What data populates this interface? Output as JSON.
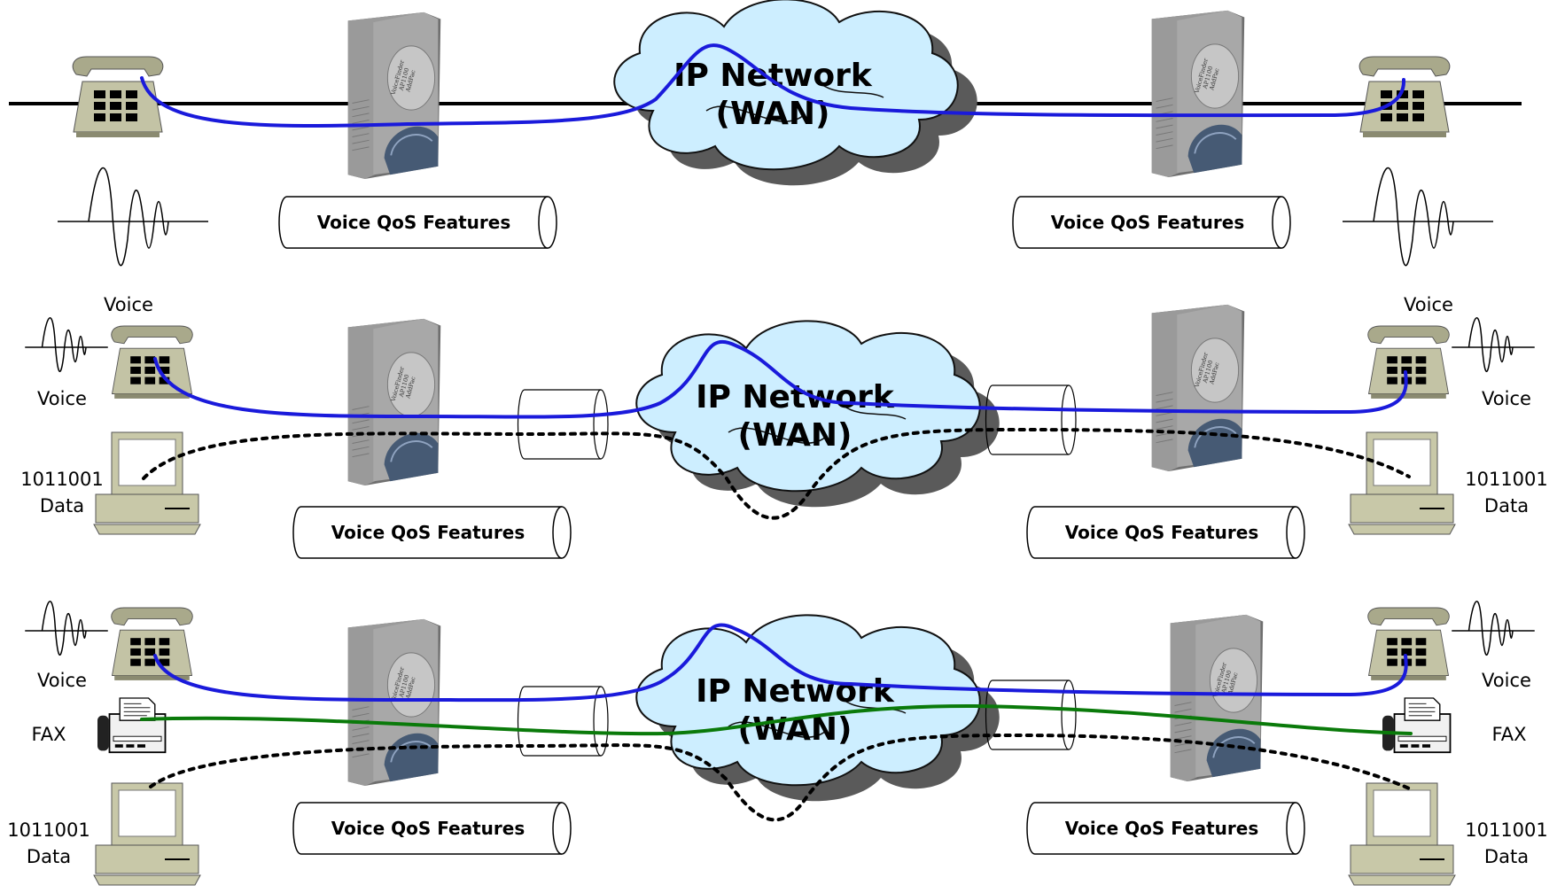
{
  "colors": {
    "voice_path": "#1a1adb",
    "fax_path": "#0a7a0a",
    "data_path": "#000000",
    "cloud_fill": "#cdeeff",
    "device_fill": "#c9c9a9",
    "gateway_fill": "#8c8c8c"
  },
  "cloud": {
    "line1": "IP Network",
    "line2": "(WAN)"
  },
  "qos_label": "Voice QoS Features",
  "labels": {
    "voice": "Voice",
    "fax": "FAX",
    "data_bits": "1011001",
    "data": "Data"
  },
  "gateway_brand": {
    "line1": "VoiceFinder",
    "line2": "AP1100",
    "line3": "AddPac"
  },
  "rows": [
    {
      "name": "voice-only",
      "flows": [
        "voice"
      ]
    },
    {
      "name": "voice-and-data",
      "flows": [
        "voice",
        "data"
      ]
    },
    {
      "name": "voice-fax-and-data",
      "flows": [
        "voice",
        "fax",
        "data"
      ]
    }
  ]
}
